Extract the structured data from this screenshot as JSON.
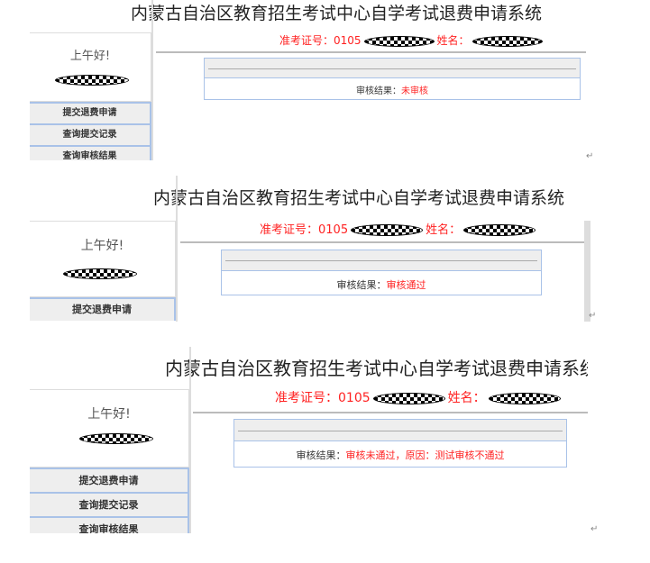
{
  "app_title": "内蒙古自治区教育招生考试中心自学考试退费申请系统",
  "greeting": "上午好!",
  "exam_id_label": "准考证号：0105",
  "name_label": "姓名：",
  "menu": [
    "提交退费申请",
    "查询提交记录",
    "查询审核结果"
  ],
  "result_label": "审核结果：",
  "panels": [
    {
      "result_value": "未审核"
    },
    {
      "result_value": "审核通过"
    },
    {
      "result_value": "审核未通过，原因：测试审核不通过"
    }
  ],
  "return_mark": "↵",
  "colors": {
    "accent_red": "#ff2222",
    "border_blue": "#a9c2e8"
  }
}
